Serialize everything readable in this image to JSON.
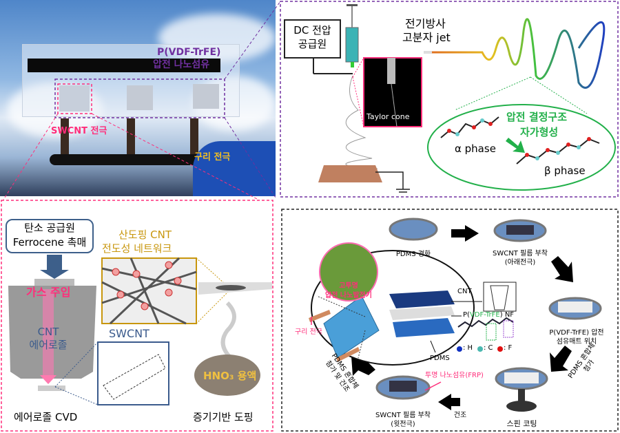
{
  "photo": {
    "fiber_label_1": "P(VDF-TrFE)",
    "fiber_label_2": "압전 나노섬유",
    "swcnt_label": "SWCNT 전극",
    "copper_label": "구리 전극"
  },
  "electrospinning": {
    "power_1": "DC 전압",
    "power_2": "공급원",
    "jet_1": "전기방사",
    "jet_2": "고분자 jet",
    "taylor": "Taylor cone",
    "crystal_1": "압전 결정구조",
    "crystal_2": "자가형성",
    "alpha": "α phase",
    "beta": "β phase"
  },
  "cvd": {
    "source_1": "탄소 공급원",
    "source_2": "Ferrocene 촉매",
    "network_1": "산도핑 CNT",
    "network_2": "전도성 네트워크",
    "gas": "가스 주입",
    "aerosol_1": "CNT",
    "aerosol_2": "에어로졸",
    "swcnt": "SWCNT",
    "hno3": "HNO₃ 용액",
    "cvd_caption": "에어로졸 CVD",
    "doping_caption": "증기기반 도핑"
  },
  "fabrication": {
    "step1": "PDMS 경화",
    "step2_1": "SWCNT 필름 부착",
    "step2_2": "(아래전극)",
    "step3_1": "P(VDF-TrFE) 압전",
    "step3_2": "섬유매트 위치",
    "step4_1": "PDMS 혼합체",
    "step4_2": "첨가",
    "step5": "스핀 코팅",
    "step6": "건조",
    "step7_1": "SWCNT 필름 부착",
    "step7_2": "(윗전극)",
    "step8_1": "PDMS 혼합체",
    "step8_2": "첨가 및 건조",
    "frp": "투명 나노섬유(FRP)",
    "device_1": "고투명",
    "device_2": "압전 나노발전기",
    "copper": "구리 전극",
    "cnt": "CNT",
    "nf_prefix": "P(",
    "nf_mid": "VDF-TrFE",
    "nf_suffix": ") NF",
    "pdms": "PDMS",
    "legend_h": ": H",
    "legend_c": ": C",
    "legend_f": ": F"
  },
  "colors": {
    "purple": "#7030a0",
    "pink": "#ff2d7a",
    "gold": "#c8960c",
    "green": "#22b04a",
    "blue": "#3a5a8c"
  }
}
